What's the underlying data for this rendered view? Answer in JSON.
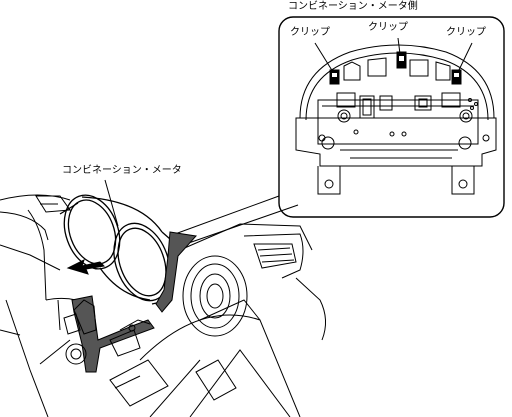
{
  "labels": {
    "meter_side_title": "コンビネーション・メータ側",
    "clip_left": "クリップ",
    "clip_center": "クリップ",
    "clip_right": "クリップ",
    "combination_meter": "コンビネーション・メータ"
  },
  "colors": {
    "line": "#000000",
    "background": "#ffffff"
  }
}
